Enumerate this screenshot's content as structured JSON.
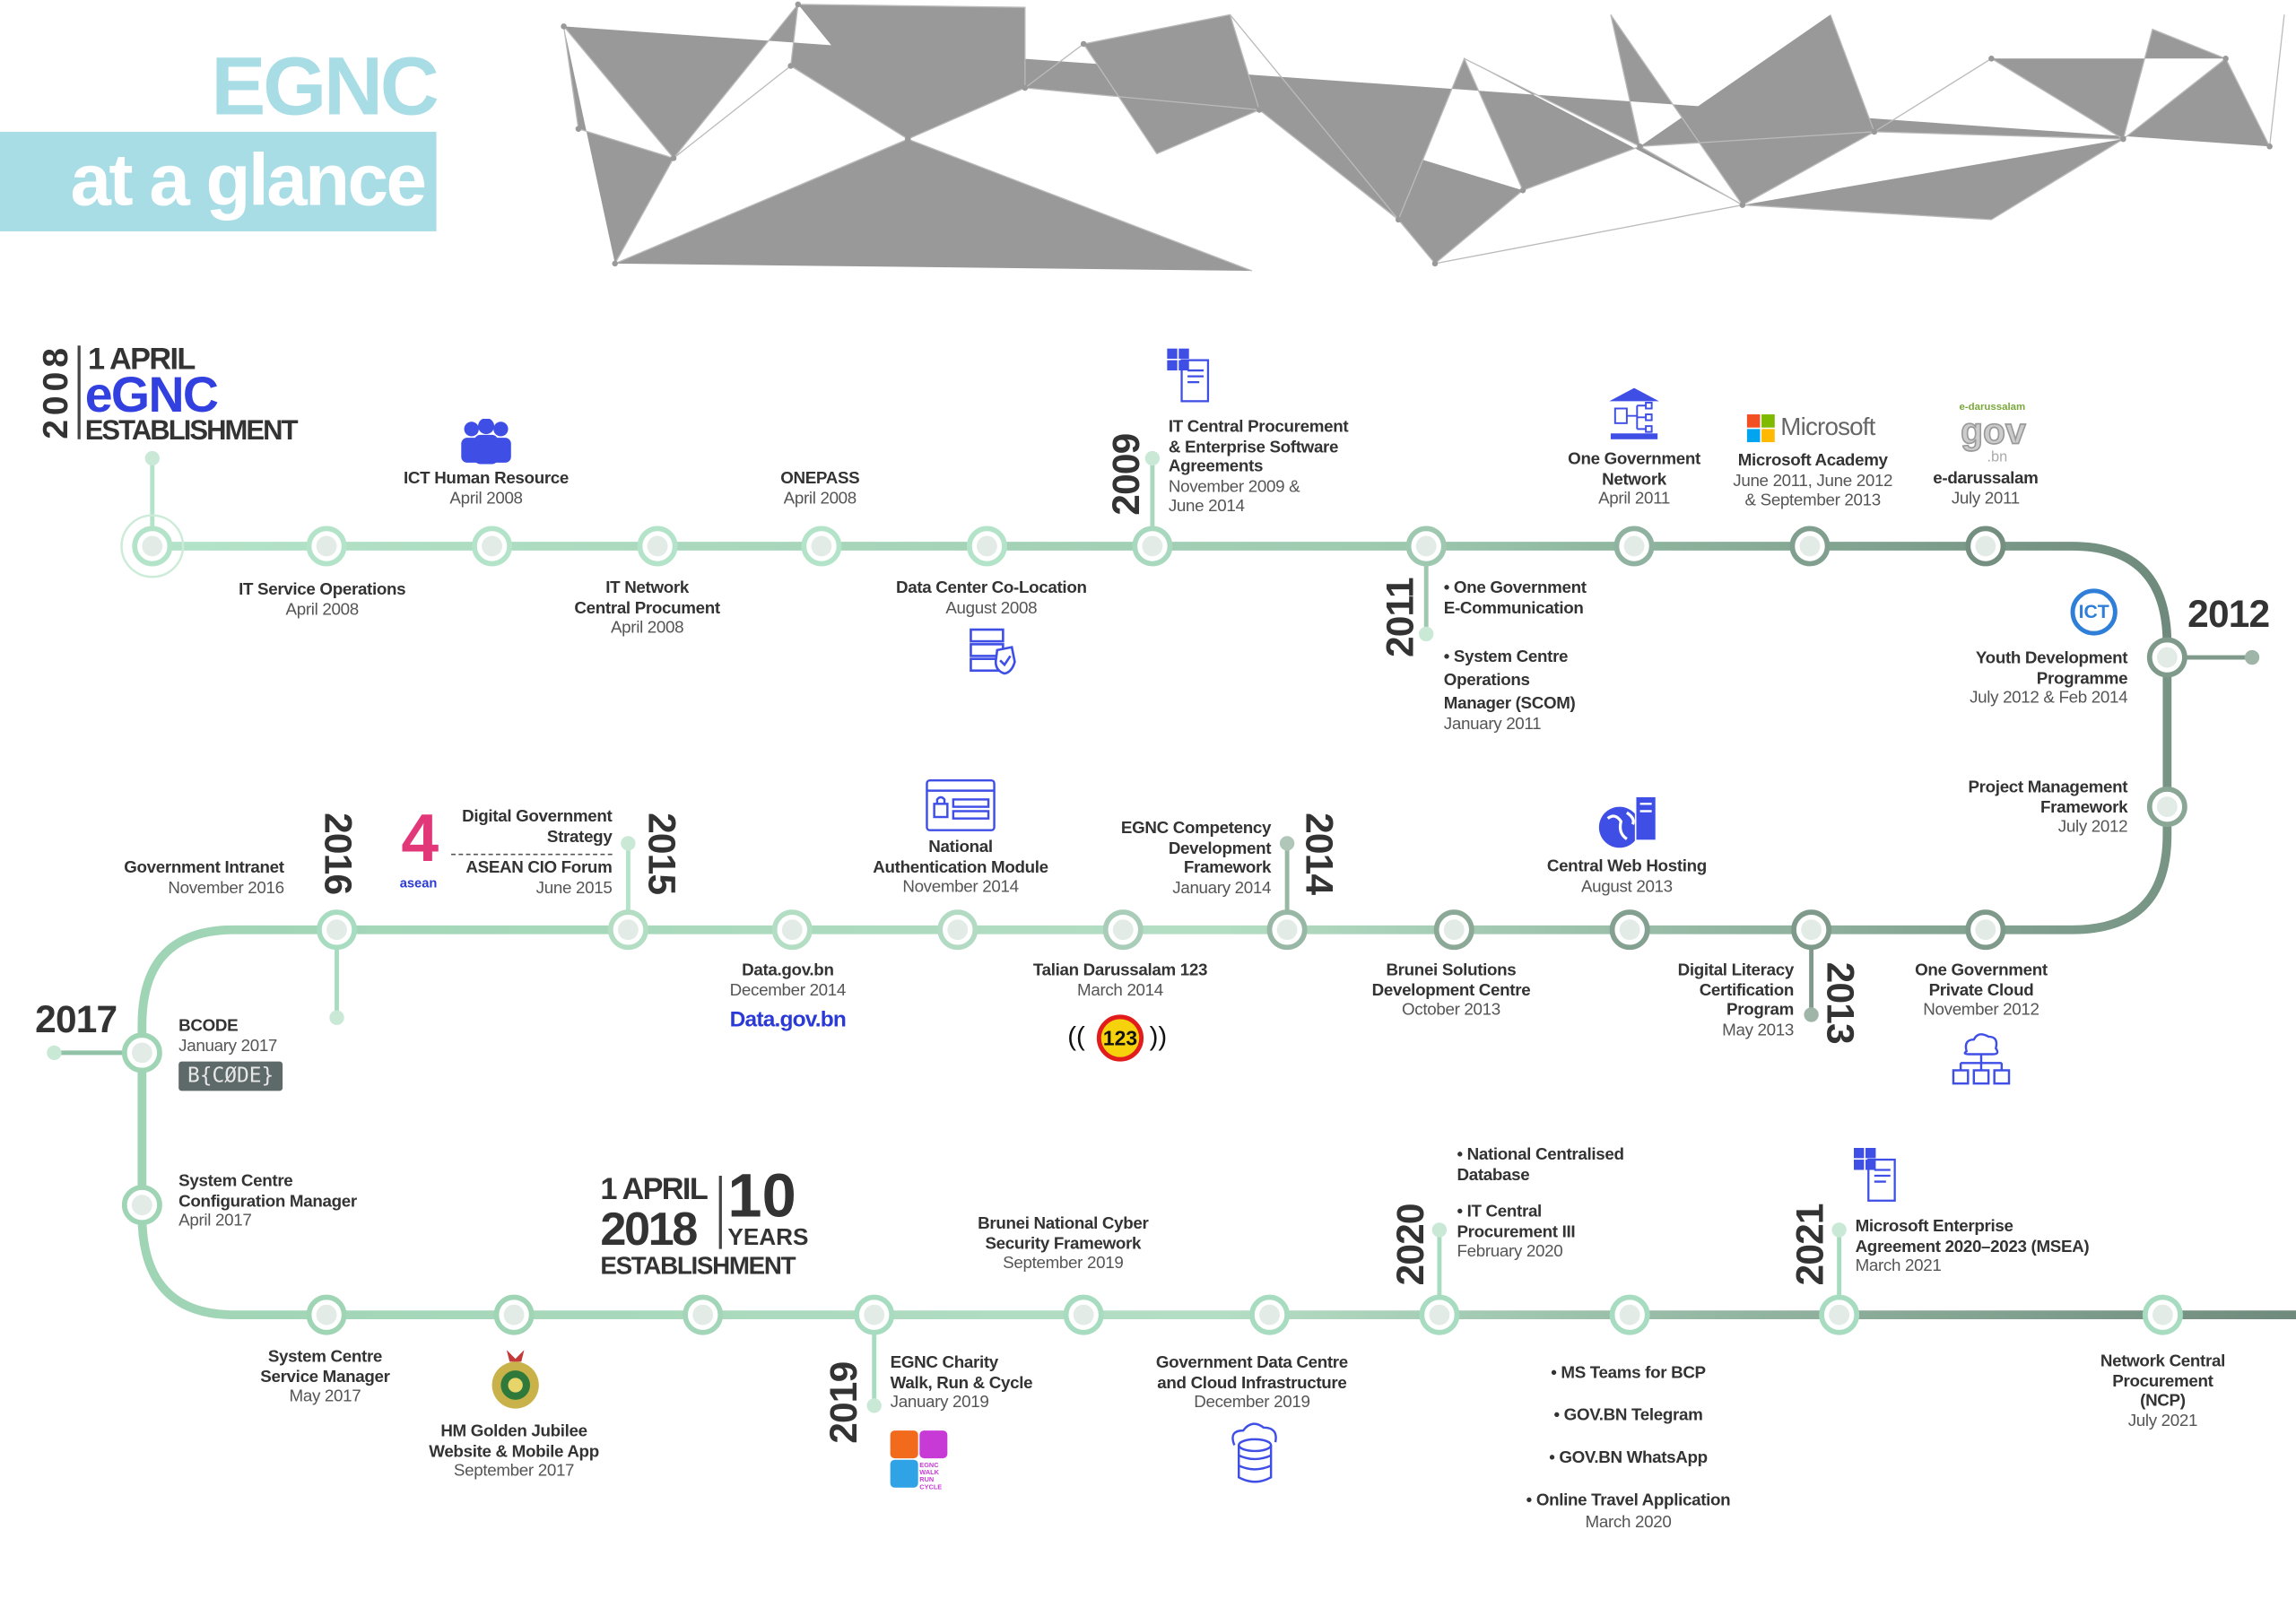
{
  "header": {
    "title_line1": "EGNC",
    "title_line2": "at a glance"
  },
  "establishment": {
    "year": "2008",
    "date": "1 APRIL",
    "logo": "eGNC",
    "word": "ESTABLISHMENT"
  },
  "anniversary": {
    "date": "1 APRIL",
    "year": "2018",
    "number": "10",
    "unit": "YEARS",
    "word": "ESTABLISHMENT"
  },
  "years": {
    "y2009": "2009",
    "y2011": "2011",
    "y2012": "2012",
    "y2013": "2013",
    "y2014": "2014",
    "y2015": "2015",
    "y2016": "2016",
    "y2017": "2017",
    "y2019": "2019",
    "y2020": "2020",
    "y2021": "2021"
  },
  "colors": {
    "accent": "#a9dde6",
    "icon_blue": "#3f4fe6",
    "track_light": "#a8dcc0",
    "track_dark": "#6f8a7c"
  },
  "logos": {
    "microsoft": "Microsoft",
    "govbn_top": "e-darussalam",
    "govbn": "gov",
    "govbn_sub": ".bn",
    "ict": "ICT",
    "datagov": "Data.gov.bn",
    "talian": "123",
    "asean": "asean",
    "bcode": "B{CØDE}",
    "charity": "EGNC WALK RUN CYCLE"
  },
  "events": [
    {
      "title": "IT Service Operations",
      "date": "April 2008"
    },
    {
      "title": "ICT Human Resource",
      "date": "April 2008"
    },
    {
      "title": "IT Network\nCentral Procument",
      "date": "April 2008"
    },
    {
      "title": "ONEPASS",
      "date": "April 2008"
    },
    {
      "title": "Data Center Co-Location",
      "date": "August 2008"
    },
    {
      "title": "IT Central Procurement\n& Enterprise Software\nAgreements",
      "date": "November 2009 &\nJune 2014"
    },
    {
      "title": "• One Government\nE-Communication",
      "title2": "• System Centre\nOperations\nManager (SCOM)",
      "date": "January 2011"
    },
    {
      "title": "One Government\nNetwork",
      "date": "April 2011"
    },
    {
      "title": "Microsoft Academy",
      "date": "June 2011, June 2012\n& September 2013"
    },
    {
      "title": "e-darussalam",
      "date": "July 2011"
    },
    {
      "title": "Youth Development\nProgramme",
      "date": "July 2012 & Feb 2014"
    },
    {
      "title": "Project Management\nFramework",
      "date": "July 2012"
    },
    {
      "title": "One Government\nPrivate Cloud",
      "date": "November 2012"
    },
    {
      "title": "Digital Literacy\nCertification\nProgram",
      "date": "May 2013"
    },
    {
      "title": "Central Web Hosting",
      "date": "August 2013"
    },
    {
      "title": "Brunei Solutions\nDevelopment Centre",
      "date": "October 2013"
    },
    {
      "title": "EGNC Competency\nDevelopment\nFramework",
      "date": "January 2014"
    },
    {
      "title": "Talian Darussalam 123",
      "date": "March 2014"
    },
    {
      "title": "National\nAuthentication Module",
      "date": "November 2014"
    },
    {
      "title": "Data.gov.bn",
      "date": "December 2014"
    },
    {
      "title": "Digital Government\nStrategy",
      "title2": "ASEAN CIO Forum",
      "date": "June 2015"
    },
    {
      "title": "Government Intranet",
      "date": "November 2016"
    },
    {
      "title": "BCODE",
      "date": "January 2017"
    },
    {
      "title": "System Centre\nConfiguration Manager",
      "date": "April 2017"
    },
    {
      "title": "System Centre\nService Manager",
      "date": "May 2017"
    },
    {
      "title": "HM Golden Jubilee\nWebsite & Mobile App",
      "date": "September 2017"
    },
    {
      "title": "EGNC Charity\nWalk, Run & Cycle",
      "date": "January 2019"
    },
    {
      "title": "Brunei National Cyber\nSecurity Framework",
      "date": "September 2019"
    },
    {
      "title": "Government Data Centre\nand Cloud Infrastructure",
      "date": "December 2019"
    },
    {
      "title": "• National Centralised\nDatabase",
      "title2": "• IT Central\nProcurement III",
      "date": "February 2020"
    },
    {
      "items": [
        "• MS Teams for BCP",
        "• GOV.BN Telegram",
        "• GOV.BN WhatsApp",
        "• Online Travel Application"
      ],
      "date": "March 2020"
    },
    {
      "title": "Microsoft Enterprise\nAgreement 2020–2023 (MSEA)",
      "date": "March 2021"
    },
    {
      "title": "Network Central\nProcurement (NCP)",
      "date": "July 2021"
    }
  ]
}
